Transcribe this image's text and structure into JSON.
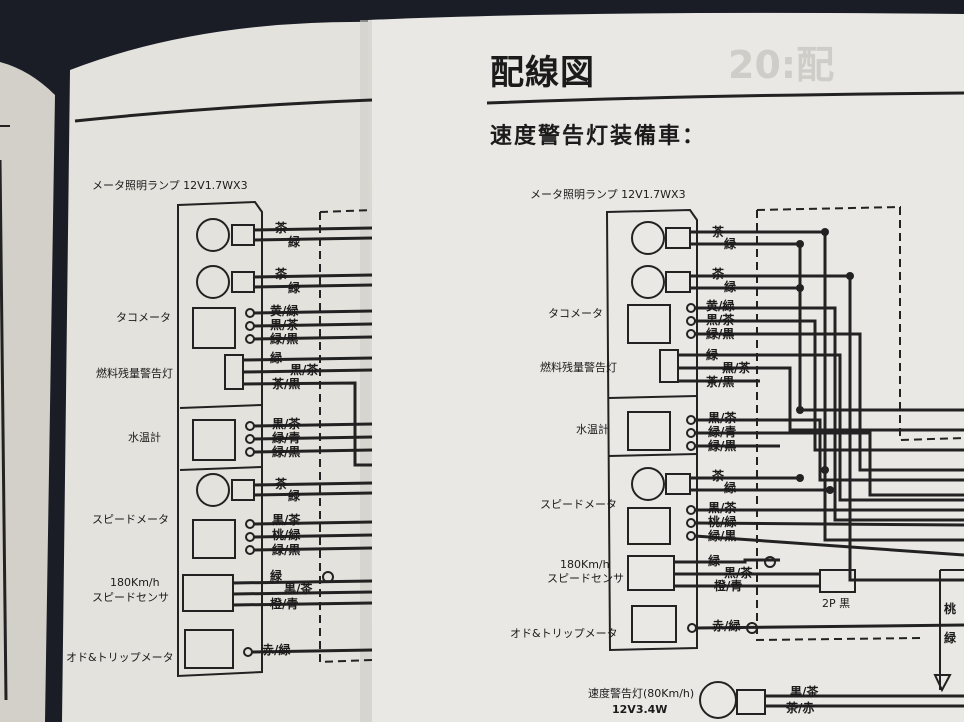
{
  "right_page": {
    "title": "配線図",
    "subtitle": "速度警告灯装備車：",
    "ghost_header": "20:配",
    "lamp_spec": "メータ照明ランプ 12V1.7WX3",
    "tachometer": "タコメータ",
    "fuel_warning": "燃料残量警告灯",
    "water_temp": "水温計",
    "speedometer": "スピードメータ",
    "speed_sensor_1": "180Km/h",
    "speed_sensor_2": "スピードセンサ",
    "odo_trip": "オド&トリップメータ",
    "speed_warning_lamp": "速度警告灯(80Km/h)",
    "speed_warning_spec": "12V3.4W",
    "connector_2p": "2P 黒",
    "wire_peach": "桃",
    "wire_green": "緑",
    "wires": {
      "lamp1_a": "茶",
      "lamp1_b": "緑",
      "lamp2_a": "茶",
      "lamp2_b": "緑",
      "tacho_a": "黄/緑",
      "tacho_b": "黒/茶",
      "tacho_c": "緑/黒",
      "fuel_a": "緑",
      "fuel_b": "黒/茶",
      "fuel_c": "茶/黒",
      "temp_a": "黒/茶",
      "temp_b": "緑/青",
      "temp_c": "緑/黒",
      "speed_a": "茶",
      "speed_b": "緑",
      "speed_c": "黒/茶",
      "speed_d": "桃/緑",
      "speed_e": "緑/黒",
      "sensor_a": "緑",
      "sensor_b": "黒/茶",
      "sensor_c": "橙/青",
      "odo_a": "赤/緑",
      "warn_a": "黒/茶",
      "warn_b": "茶/赤"
    }
  },
  "left_page": {
    "lamp_spec": "メータ照明ランプ 12V1.7WX3",
    "tachometer": "タコメータ",
    "fuel_warning": "燃料残量警告灯",
    "water_temp": "水温計",
    "speedometer": "スピードメータ",
    "speed_sensor_1": "180Km/h",
    "speed_sensor_2": "スピードセンサ",
    "odo_trip": "オド&トリップメータ",
    "wires": {
      "lamp1_a": "茶",
      "lamp1_b": "緑",
      "lamp2_a": "茶",
      "lamp2_b": "緑",
      "tacho_a": "黄/緑",
      "tacho_b": "黒/茶",
      "tacho_c": "緑/黒",
      "fuel_a": "緑",
      "fuel_b": "黒/茶",
      "fuel_c": "茶/黒",
      "temp_a": "黒/茶",
      "temp_b": "緑/青",
      "temp_c": "緑/黒",
      "speed_a": "茶",
      "speed_b": "緑",
      "speed_c": "黒/茶",
      "speed_d": "桃/緑",
      "speed_e": "緑/黒",
      "sensor_a": "緑",
      "sensor_b": "黒/茶",
      "sensor_c": "橙/青",
      "odo_a": "赤/緑"
    }
  }
}
